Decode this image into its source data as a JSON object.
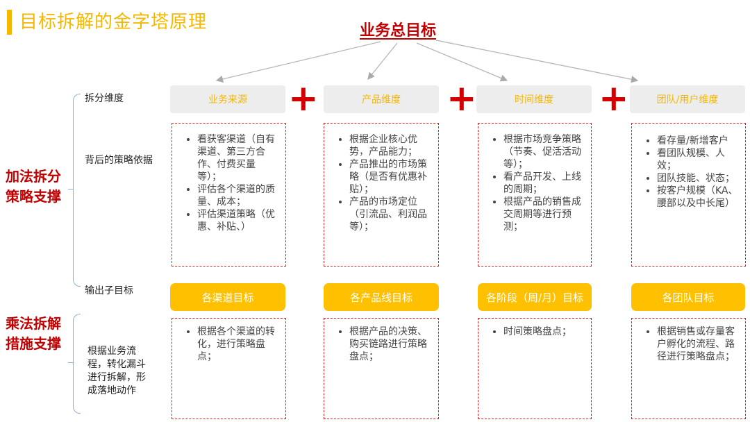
{
  "title": "目标拆解的金字塔原理",
  "top_goal": "业务总目标",
  "left_sections": {
    "add": "加法拆分策略支撑",
    "multiply": "乘法拆解措施支撑"
  },
  "row_labels": {
    "dimension": "拆分维度",
    "basis": "背后的策略依据",
    "output": "输出子目标",
    "measure": "根据业务流程，转化漏斗进行拆解，形成落地动作"
  },
  "plus_symbol": "+",
  "dimensions": [
    "业务来源",
    "产品维度",
    "时间维度",
    "团队/用户维度"
  ],
  "basis": [
    [
      "看获客渠道（自有渠道、第三方合作、付费买量等）；",
      "评估各个渠道的质量、成本；",
      "评估渠道策略（优惠、补贴、）"
    ],
    [
      "根据企业核心优势，产品能力；",
      "产品推出的市场策略（是否有优惠补贴）；",
      "产品的市场定位（引流品、利润品等）；"
    ],
    [
      "根据市场竞争策略（节奏、促活活动等）；",
      "看产品开发、上线的周期；",
      "根据产品的销售成交周期等进行预测；"
    ],
    [
      "看存量/新增客户",
      "看团队规模、人效；",
      "团队技能、状态；",
      "按客户规模（KA、腰部以及中长尾）"
    ]
  ],
  "outputs": [
    "各渠道目标",
    "各产品线目标",
    "各阶段（周/月）目标",
    "各团队目标"
  ],
  "measures": [
    [
      "根据各个渠道的转化，进行策略盘点；"
    ],
    [
      "根据产品的决策、购买链路进行策略盘点；"
    ],
    [
      "时间策略盘点；"
    ],
    [
      "根据销售或存量客户孵化的流程、路径进行策略盘点；"
    ]
  ]
}
